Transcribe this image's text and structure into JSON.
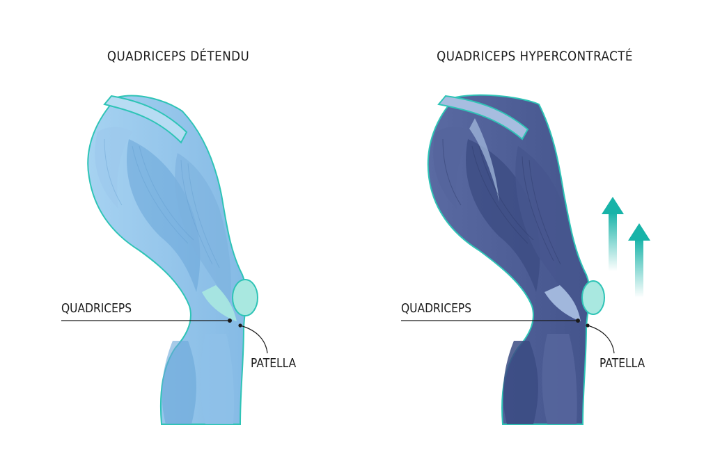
{
  "panels": {
    "left": {
      "title": "QUADRICEPS DÉTENDU",
      "label_quadriceps": "QUADRICEPS",
      "label_patella": "PATELLA"
    },
    "right": {
      "title": "QUADRICEPS HYPERCONTRACTÉ",
      "label_quadriceps": "QUADRICEPS",
      "label_patella": "PATELLA"
    }
  },
  "colors": {
    "relaxed_fill": "#8fc0e8",
    "relaxed_shade": "#6aa6d8",
    "relaxed_light": "#b7dcf3",
    "contracted_fill": "#4d5e96",
    "contracted_shade": "#3b4b82",
    "contracted_light": "#a7bde0",
    "outline": "#2ec4b6",
    "tendon": "#a9e8e0",
    "arrow": "#17b3a8",
    "leader_line": "#1a1a1a"
  }
}
